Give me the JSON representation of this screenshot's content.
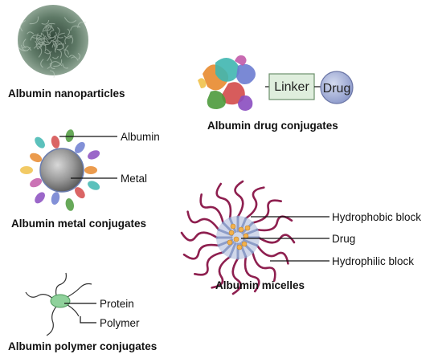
{
  "panels": {
    "nanoparticles": {
      "caption": "Albumin nanoparticles"
    },
    "drug_conjugates": {
      "caption": "Albumin drug conjugates",
      "linker": "Linker",
      "drug": "Drug"
    },
    "metal_conjugates": {
      "caption": "Albumin metal conjugates",
      "albumin_label": "Albumin",
      "metal_label": "Metal"
    },
    "micelles": {
      "caption": "Albumin micelles",
      "hydrophobic_label": "Hydrophobic block",
      "drug_label": "Drug",
      "hydrophilic_label": "Hydrophilic block"
    },
    "polymer_conjugates": {
      "caption": "Albumin polymer conjugates",
      "protein_label": "Protein",
      "polymer_label": "Polymer"
    }
  },
  "colors": {
    "nanoparticle": "#5f7a67",
    "linker_fill": "#dfeedd",
    "drug_fill": "#a7b3d6",
    "metal_fill": "#9a9a9a",
    "micelle_chain": "#8e1f4f",
    "micelle_core": "#a9b6d8",
    "micelle_drug": "#f2b14c",
    "protein": "#8fd19b"
  }
}
